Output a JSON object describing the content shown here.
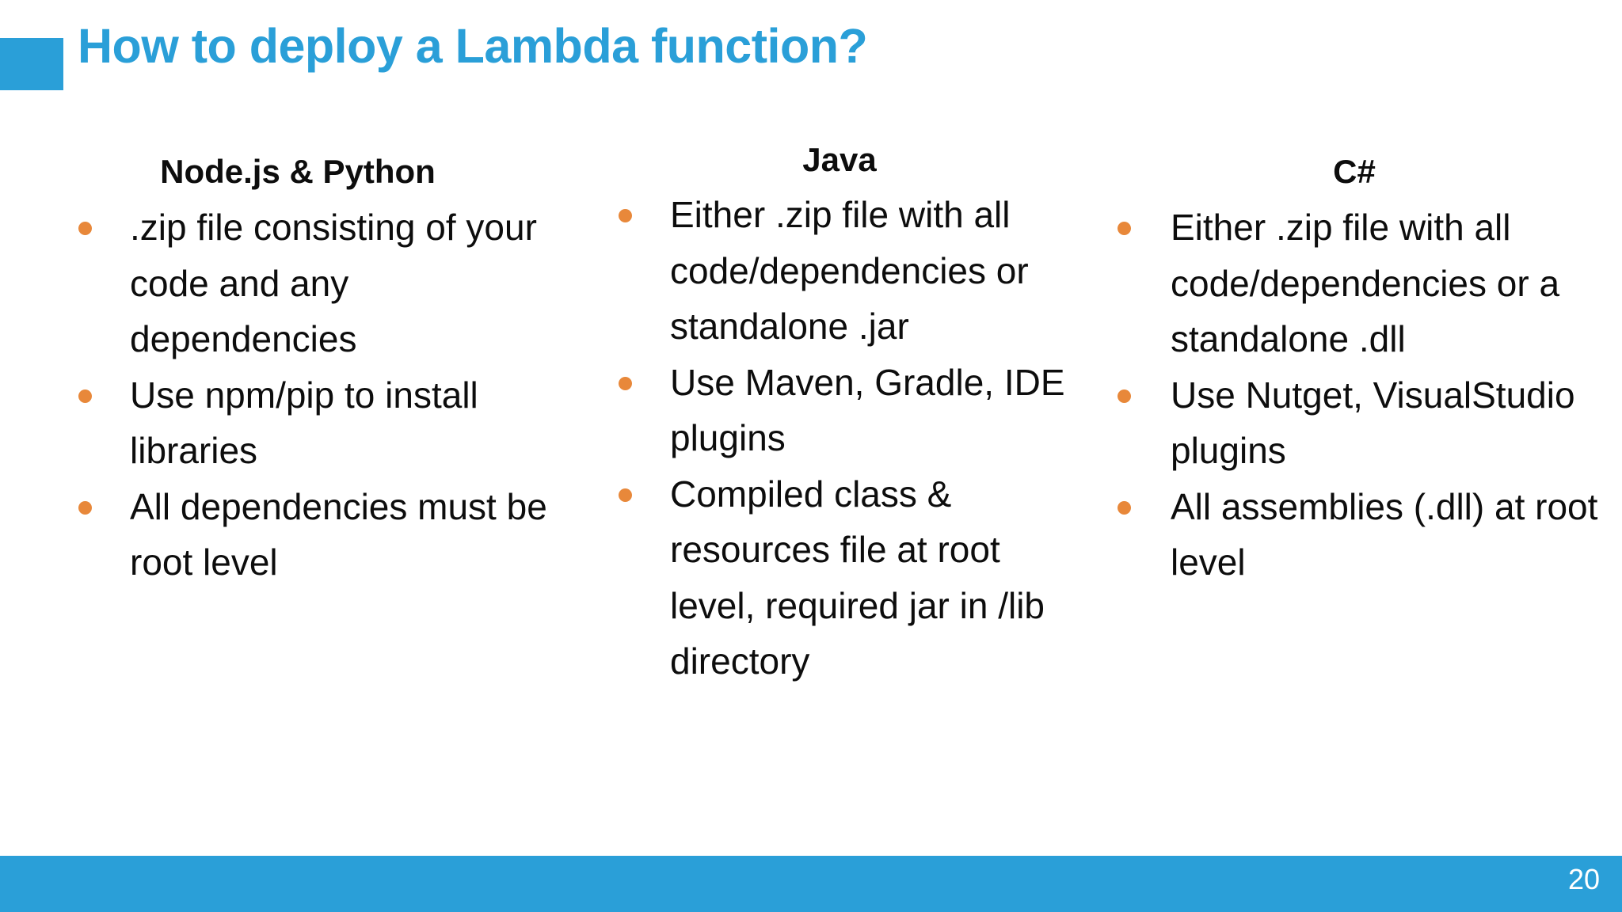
{
  "slide": {
    "title": "How to deploy a Lambda function?",
    "accent_color": "#2a9fd8",
    "bullet_color": "#e8883a",
    "text_color": "#0d0d0d",
    "background_color": "#ffffff"
  },
  "columns": [
    {
      "header": "Node.js & Python",
      "bullets": [
        ".zip file consisting of your code and any dependencies",
        "Use npm/pip to install libraries",
        "All dependencies must be root level"
      ]
    },
    {
      "header": "Java",
      "bullets": [
        "Either .zip file with all code/dependencies or standalone .jar",
        "Use Maven, Gradle, IDE plugins",
        "Compiled class & resources file at root level, required jar in /lib directory"
      ]
    },
    {
      "header": "C#",
      "bullets": [
        "Either .zip file with all code/dependencies or a standalone .dll",
        "Use Nutget, VisualStudio plugins",
        "All assemblies (.dll) at root level"
      ]
    }
  ],
  "footer": {
    "page_number": "20"
  }
}
